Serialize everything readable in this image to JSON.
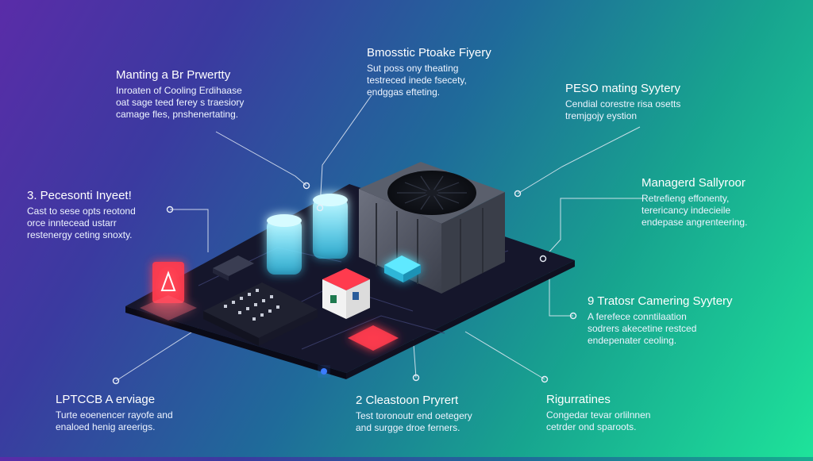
{
  "theme": {
    "line_color": "#e9eef8",
    "board_color": "#15162b",
    "glow_cyan": "#5fe9ff",
    "glow_red": "#ff3b4e",
    "fan_housing": "#4a4f5c"
  },
  "callouts": [
    {
      "id": "top-left",
      "title": "Manting a Br Prwertty",
      "lines": [
        "Inroaten of Cooling Erdihaase",
        "oat sage teed ferey s traesiory",
        "camage fles, pnshenertating."
      ]
    },
    {
      "id": "top-center",
      "title": "Bmosstic Ptoake Fiyery",
      "lines": [
        "Sut poss ony theating",
        "testreced inede fsecety,",
        "endggas efteting."
      ]
    },
    {
      "id": "top-right",
      "title": "PESO mating Syytery",
      "lines": [
        "Cendial corestre risa osetts",
        "tremjgojy eystion"
      ]
    },
    {
      "id": "mid-left",
      "title": "3. Pecesonti Inyeet!",
      "lines": [
        "Cast to sese opts reotond",
        "orce inntecead ustarr",
        "restenergy ceting snoxty."
      ]
    },
    {
      "id": "mid-right",
      "title": "Managerd Sallyroor",
      "lines": [
        "Retrefieng effonenty,",
        "terericancy indecieile",
        "endepase angrenteering."
      ]
    },
    {
      "id": "lower-right",
      "title": "9 Tratosr Camering Syytery",
      "lines": [
        "A ferefece conntilaation",
        "sodrers akecetine restced",
        "endepenater ceoling."
      ]
    },
    {
      "id": "bottom-left",
      "title": "LPTCCB A erviage",
      "lines": [
        "Turte eoenencer rayofe and",
        "enaloed henig areerigs."
      ]
    },
    {
      "id": "bottom-center",
      "title": "2 Cleastoon Pryrert",
      "lines": [
        "Test toronoutr end oetegery",
        "and surgge droe ferners."
      ]
    },
    {
      "id": "bottom-right",
      "title": "Rigurratines",
      "lines": [
        "Congedar tevar orlilnnen",
        "cetrder ond sparoots."
      ]
    }
  ]
}
